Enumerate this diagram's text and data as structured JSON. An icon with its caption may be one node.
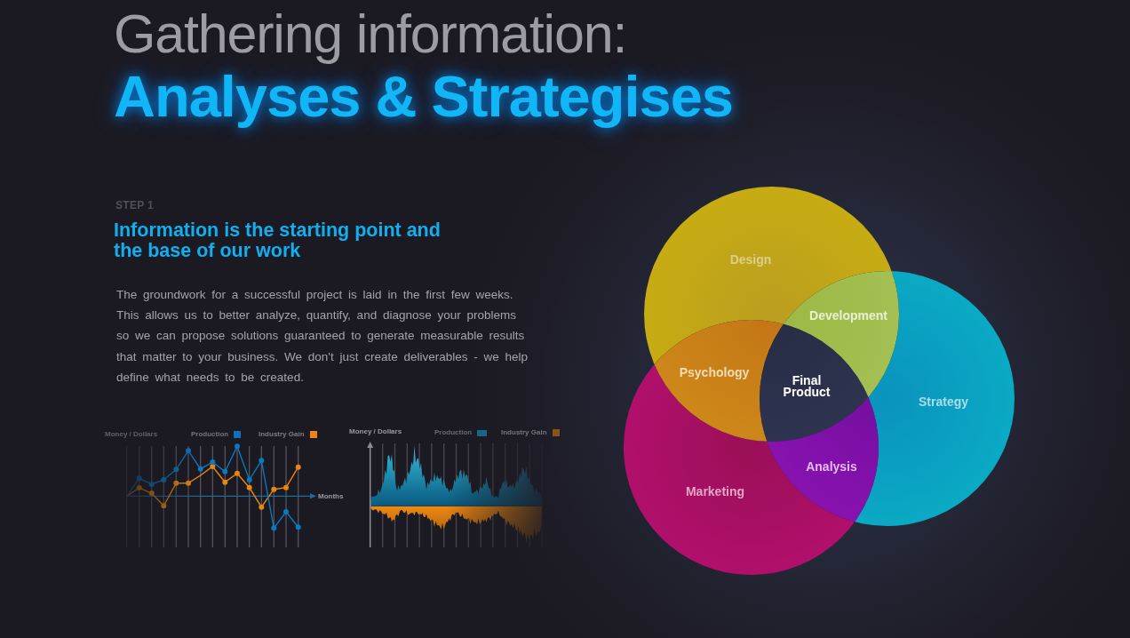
{
  "diagram": {
    "title": "Gathering information: **Analyses & Strategises**",
    "nodes": [
      {
        "text": [
          "Design"
        ]
      },
      {
        "text": [
          "Development"
        ]
      },
      {
        "text": [
          "Psychology"
        ]
      },
      {
        "text": [
          "Final Product"
        ]
      },
      {
        "text": [
          "Strategy"
        ]
      },
      {
        "text": [
          "Analysis"
        ]
      },
      {
        "text": [
          "Marketing"
        ]
      }
    ],
    "labels": [
      "STEP 1",
      "Information is the starting point and the base of our work",
      "The groundwork for a successful project is laid in the first few weeks. This allows us to better analyze, quantify, and diagnose your problems so we can propose solutions guaranteed to generate measurable results that matter to your business. We don't just create deliverables - we help define what needs to be created.",
      "Money / Dollars",
      "Money / Dollars",
      "Months"
    ],
    "legend": [
      {
        "text": "Production",
        "color": "#0b72b9"
      },
      {
        "text": "Industry Gain",
        "color": "#f0820f"
      },
      {
        "text": "Production",
        "color": "#17658a"
      },
      {
        "text": "Industry Gain",
        "color": "#8a5518"
      }
    ]
  }
}
